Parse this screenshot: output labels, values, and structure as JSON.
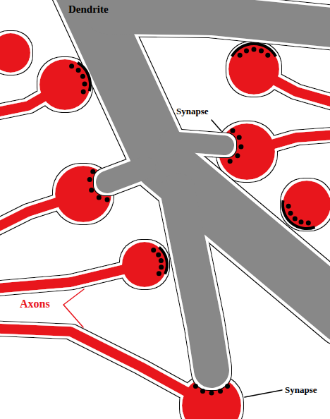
{
  "diagram": {
    "labels": [
      "Dendrite",
      "Synapse",
      "Synapse",
      "Axons"
    ]
  }
}
